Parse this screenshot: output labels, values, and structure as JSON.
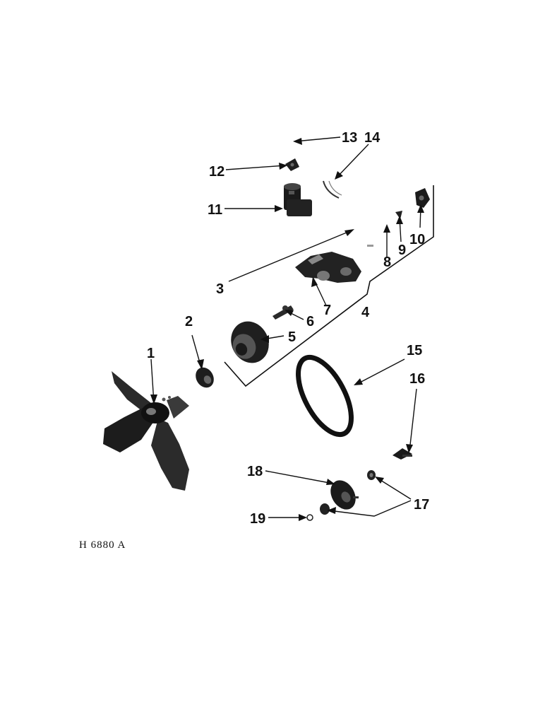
{
  "diagram": {
    "callouts": {
      "c1": "1",
      "c2": "2",
      "c3": "3",
      "c4": "4",
      "c5": "5",
      "c6": "6",
      "c7": "7",
      "c8": "8",
      "c9": "9",
      "c10": "10",
      "c11": "11",
      "c12": "12",
      "c13": "13",
      "c14": "14",
      "c15": "15",
      "c16": "16",
      "c17": "17",
      "c18": "18",
      "c19": "19"
    },
    "reference_code": "H 6880 A"
  }
}
